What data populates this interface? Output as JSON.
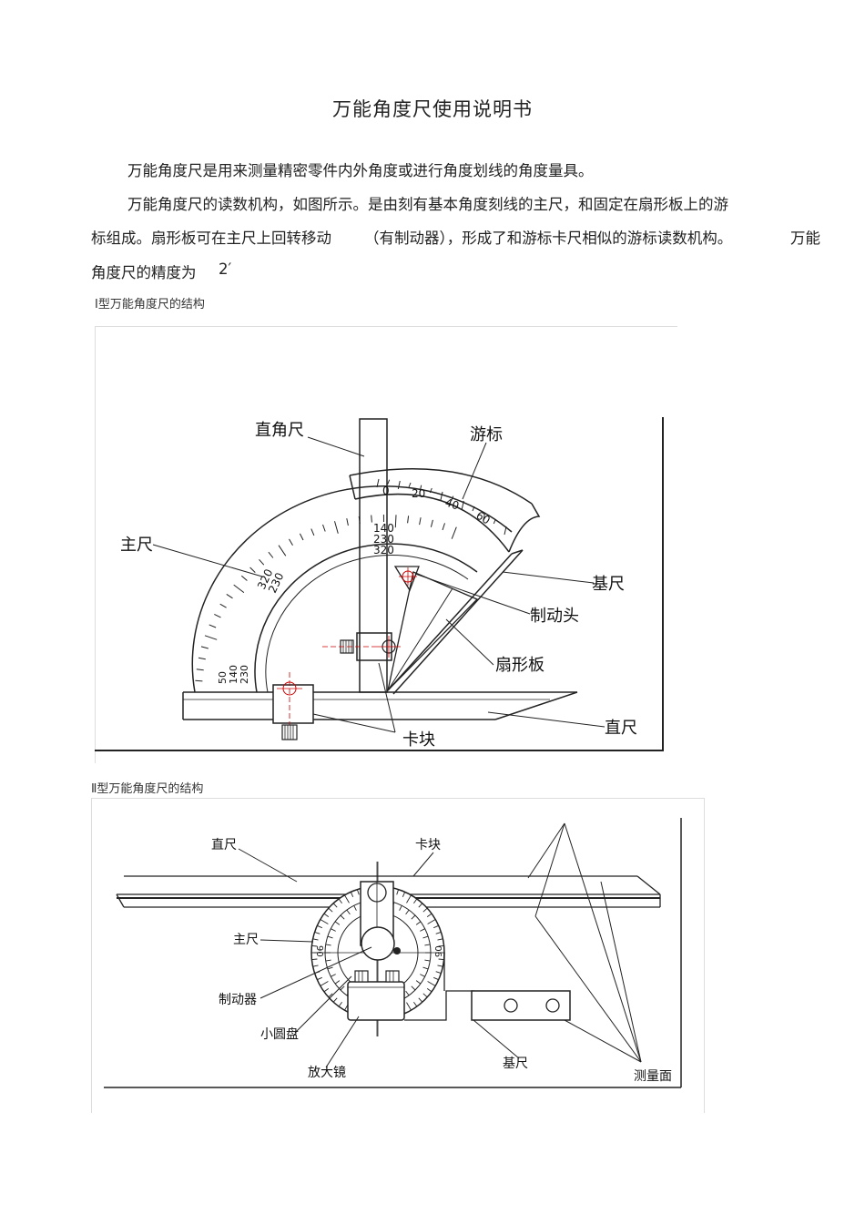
{
  "title": "万能角度尺使用说明书",
  "paragraphs": {
    "p1": "万能角度尺是用来测量精密零件内外角度或进行角度划线的角度量具。",
    "p2_line1": "万能角度尺的读数机构，如图所示。是由刻有基本角度刻线的主尺，和固定在扇形板上的游",
    "p2_line2_a": "标组成。扇形板可在主尺上回转移动",
    "p2_line2_b": "（有制动器），形成了和游标卡尺相似的游标读数机构。",
    "p2_line2_c": "万能",
    "p2_line3_a": "角度尺的精度为",
    "p2_line3_b": "2′"
  },
  "figure1": {
    "caption": "Ⅰ型万能角度尺的结构",
    "labels": {
      "right_angle_ruler": "直角尺",
      "vernier": "游标",
      "main_scale": "主尺",
      "base_ruler": "基尺",
      "brake_head": "制动头",
      "sector_plate": "扇形板",
      "straight_ruler": "直尺",
      "clamp_block": "卡块"
    },
    "vernier_numbers": [
      "0",
      "20",
      "40",
      "60"
    ],
    "main_scale_numbers_top": [
      "140",
      "230",
      "320"
    ],
    "main_scale_numbers_left": [
      "50",
      "140",
      "230"
    ],
    "main_scale_numbers_mid": [
      "320",
      "230"
    ]
  },
  "figure2": {
    "caption": "Ⅱ型万能角度尺的结构",
    "labels": {
      "straight_ruler": "直尺",
      "clamp_block": "卡块",
      "main_scale": "主尺",
      "brake": "制动器",
      "small_dial": "小圆盘",
      "magnifier": "放大镜",
      "base_ruler": "基尺",
      "measuring_surface": "测量面"
    },
    "dial_numbers": [
      "90",
      "90"
    ]
  }
}
